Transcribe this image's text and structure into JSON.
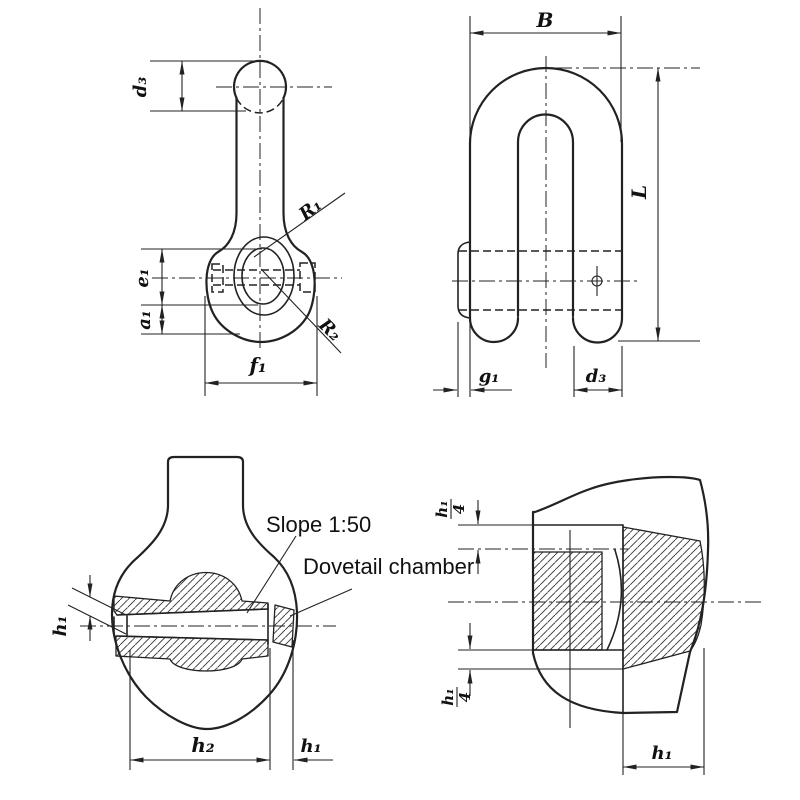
{
  "colors": {
    "ink": "#222222",
    "paper": "#ffffff"
  },
  "front_view": {
    "d3": "d₃",
    "e1": "e₁",
    "a1": "a₁",
    "f1": "f₁",
    "r1": "R₁",
    "r2": "R₂"
  },
  "side_view": {
    "b": "B",
    "l": "L",
    "g1": "g₁",
    "d3": "d₃"
  },
  "lug_view": {
    "slope_note": "Slope 1:50",
    "dovetail_note": "Dovetail chamber",
    "h1_left": "h₁",
    "h2": "h₂",
    "h1_right": "h₁"
  },
  "section_view": {
    "top_fraction": {
      "num": "h₁",
      "den": "4"
    },
    "bottom_fraction": {
      "num": "h₁",
      "den": "4"
    },
    "h1": "h₁"
  }
}
